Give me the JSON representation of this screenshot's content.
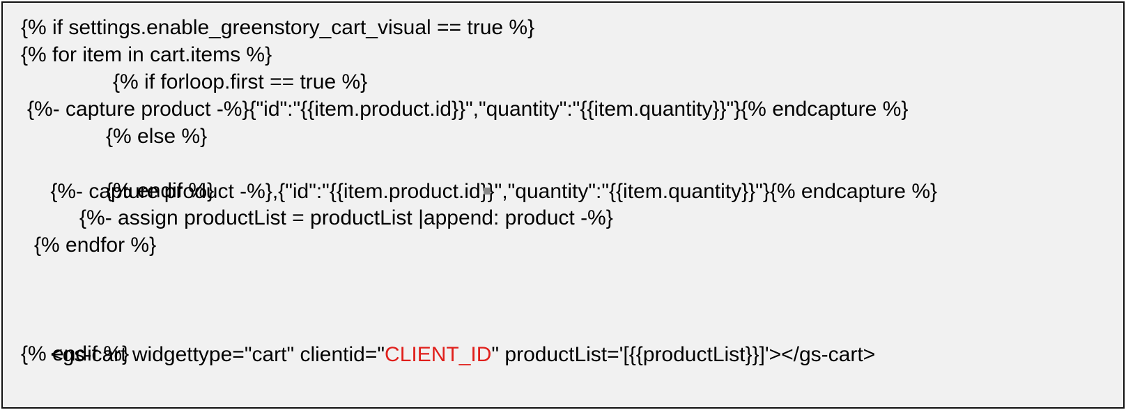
{
  "code": {
    "lines": [
      "{% if settings.enable_greenstory_cart_visual == true %}",
      "{% for item in cart.items %}",
      "{% if forloop.first == true %}",
      "{%- capture product -%}{\"id\":\"{{item.product.id}}\",\"quantity\":\"{{item.quantity}}\"}{% endcapture %}",
      "{% else %}",
      "{%- capture product -%},{\"id\":\"{{item.product.id}}\",\"quantity\":\"{{item.quantity}}\"}{% endcapture %}",
      "{% endif %}",
      "{%- assign productList = productList |append: product -%}",
      "{% endfor %}",
      "",
      "",
      "<gs-cart widgettype=\"cart\" clientid=\"",
      "{% endif %}"
    ],
    "line6_before_mark": "{%- capture product -%},{\"id\":\"{{item.product.id}",
    "line6_after_mark": "}\",\"quantity\":\"{{item.quantity}}\"}{% endcapture %}",
    "gs_cart_prefix": "<gs-cart widgettype=\"cart\" clientid=\"",
    "client_id_placeholder": "CLIENT_ID",
    "gs_cart_suffix": "\" productList='[{{productList}}]'></gs-cart>",
    "highlight_color": "#e0201c"
  }
}
